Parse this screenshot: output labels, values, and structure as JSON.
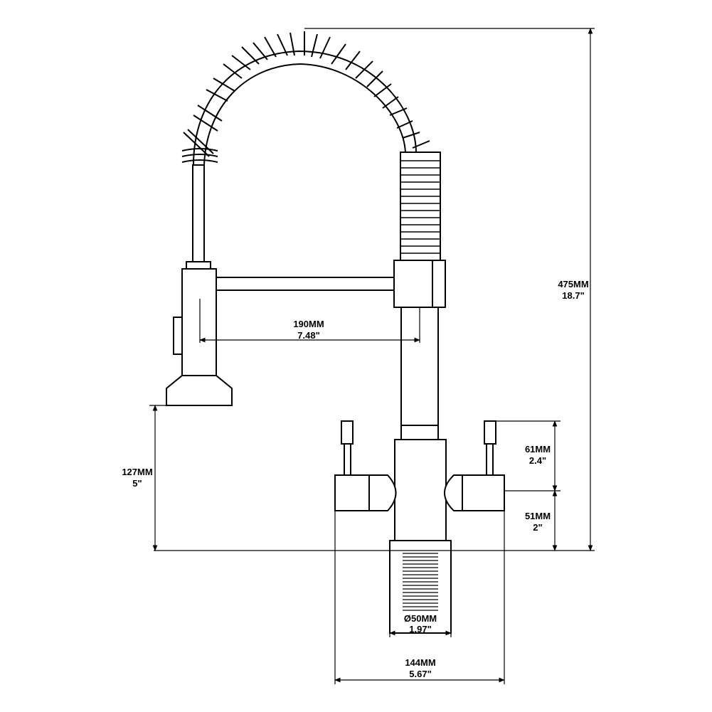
{
  "dimensions": {
    "total_height": {
      "metric": "475MM",
      "imperial": "18.7\""
    },
    "spout_reach": {
      "metric": "190MM",
      "imperial": "7.48\""
    },
    "spout_height": {
      "metric": "127MM",
      "imperial": "5\""
    },
    "handle_height": {
      "metric": "61MM",
      "imperial": "2.4\""
    },
    "body_height": {
      "metric": "51MM",
      "imperial": "2\""
    },
    "shank_diameter": {
      "metric": "Ø50MM",
      "imperial": "1.97\""
    },
    "base_width": {
      "metric": "144MM",
      "imperial": "5.67\""
    }
  },
  "colors": {
    "line": "#000000",
    "background": "#ffffff"
  }
}
